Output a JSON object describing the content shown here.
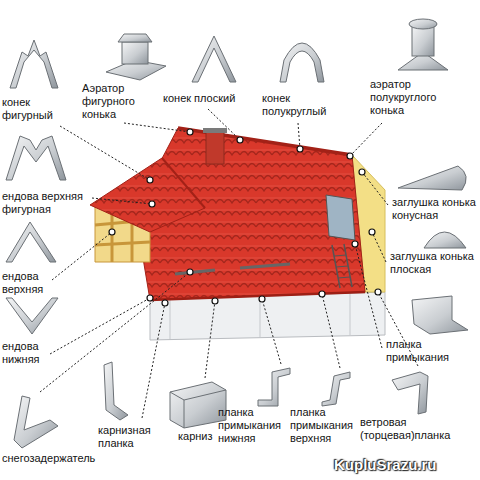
{
  "diagram": {
    "labels": [
      "конек фигурный",
      "Аэратор фигурного конька",
      "конек плоский",
      "конек полукруглый",
      "аэратор полукруглого конька",
      "ендова верхняя фигурная",
      "заглушка конька конусная",
      "ендова верхняя",
      "заглушка конька плоская",
      "ендова нижняя",
      "планка примыкания",
      "карнизная планка",
      "карниз",
      "планка примыкания нижняя",
      "планка примыкания верхняя",
      "ветровая (торцевая)планка",
      "снегозадержатель",
      "KupluSrazu.ru"
    ]
  }
}
